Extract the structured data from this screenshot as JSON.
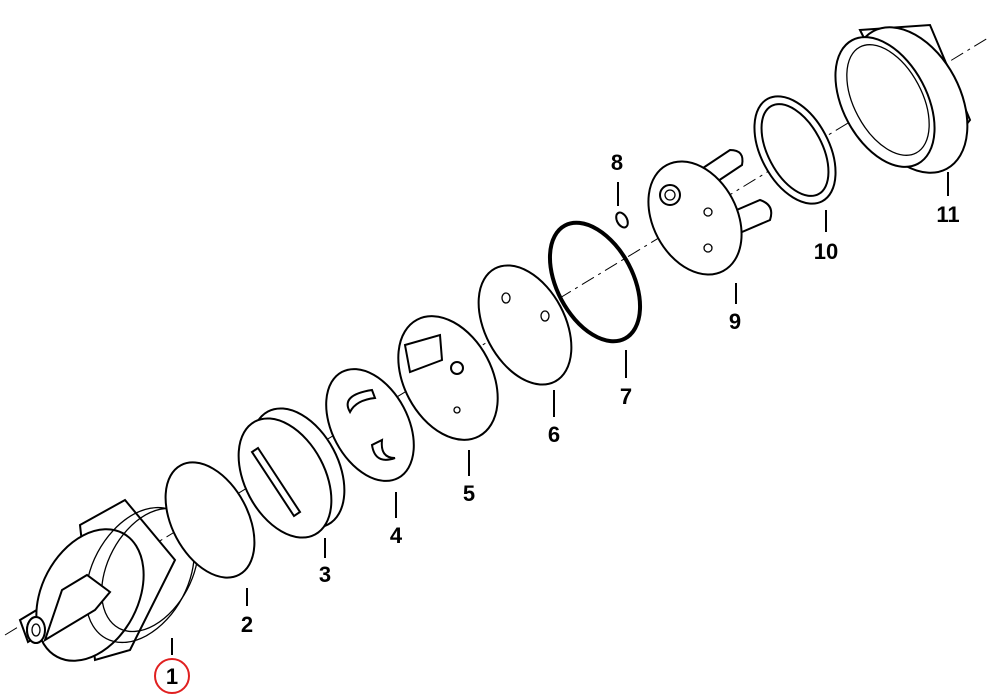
{
  "diagram": {
    "callouts": [
      {
        "number": "1",
        "selected": true
      },
      {
        "number": "2"
      },
      {
        "number": "3"
      },
      {
        "number": "4"
      },
      {
        "number": "5"
      },
      {
        "number": "6"
      },
      {
        "number": "7"
      },
      {
        "number": "8"
      },
      {
        "number": "9"
      },
      {
        "number": "10"
      },
      {
        "number": "11"
      }
    ]
  },
  "colors": {
    "selected_ring": "#e02020",
    "line": "#000000",
    "background": "#ffffff"
  }
}
